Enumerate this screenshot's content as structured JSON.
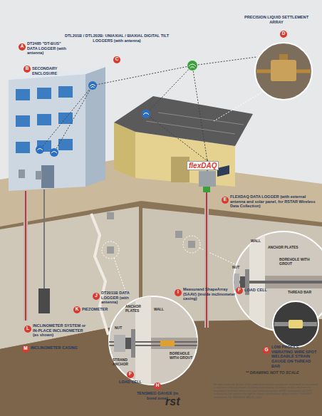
{
  "diagram": {
    "nodes": [
      {
        "text": [
          "C",
          "DTL201B / DTL202B: UNIAXIAL / BIAXIAL DIGITAL TILT LOGGERS (with antenna)"
        ]
      },
      {
        "text": [
          "A",
          "DT2485 \"DT-BUS\" DATA LOGGER (with antenna)"
        ]
      },
      {
        "text": [
          "B",
          "SECONDARY ENCLOSURE"
        ]
      },
      {
        "text": [
          "D",
          "PRECISION LIQUID SETTLEMENT ARRAY"
        ]
      },
      {
        "text": [
          "E",
          "FLEXDAQ DATA LOGGER (with external antenna and solar panel, for RSTAR Wireless Data Collection)"
        ]
      },
      {
        "text": [
          "F",
          "LOAD CELL"
        ]
      },
      {
        "text": [
          "G",
          "LOW PROFILE VIBRATING WIRE SPOT WELDABLE STRAIN GAUGE ON THREAD BAR"
        ]
      },
      {
        "text": [
          "I",
          "Measurand ShapeArray (SAAV) (inside inclinometer casing)"
        ]
      },
      {
        "text": [
          "J",
          "DT2011B DATA LOGGER (with antenna)"
        ]
      },
      {
        "text": [
          "K",
          "PIEZOMETER"
        ]
      },
      {
        "text": [
          "L",
          "INCLINOMETER SYSTEM or IN-PLACE INCLINOMETER (as shown)"
        ]
      },
      {
        "text": [
          "M",
          "INCLINOMETER CASING"
        ]
      },
      {
        "text": [
          "F",
          "LOAD CELL"
        ]
      },
      {
        "text": [
          "H",
          "TENSMEG GAUGE (in bond zone)"
        ]
      }
    ],
    "labels": [
      "flexDAQ",
      "WALL",
      "NUT",
      "ANCHOR PLATES",
      "BOREHOLE WITH GROUT",
      "THREAD BAR",
      "NUT",
      "ANCHOR PLATES",
      "WALL",
      "STRAND ANCHOR",
      "BOREHOLE WITH GROUT",
      "** DRAWING NOT TO SCALE",
      "All rights reserved. No part of this publication may be reproduced, distributed, or transmitted in any form or by any means, including photocopying, recording, or other electronic or mechanical methods, without the prior written permission of RST Instruments Ltd. RST Instruments Ltd. reserves the right to change specifications without notice. ©2020 RST Instruments Ltd. MIG0401E JAN 21, 2020",
      "rst"
    ]
  }
}
